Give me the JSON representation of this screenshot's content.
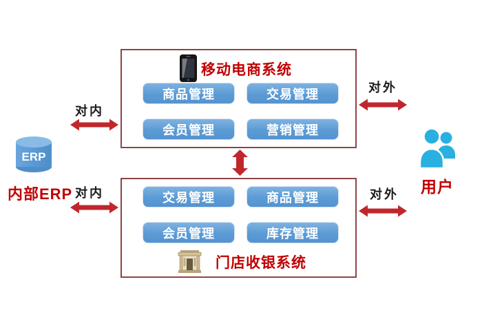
{
  "colors": {
    "title_red": "#c00000",
    "arrow_red": "#c0272d",
    "box_border": "#8c4446",
    "button_blue": "#5b9bd5",
    "user_icon_cyan": "#29b0e0",
    "erp_cylinder_blue": "#5b9bd5"
  },
  "top_system": {
    "title": "移动电商系统",
    "icon": "smartphone-icon",
    "buttons": [
      "商品管理",
      "交易管理",
      "会员管理",
      "营销管理"
    ]
  },
  "bottom_system": {
    "title": "门店收银系统",
    "icon": "storefront-icon",
    "buttons": [
      "交易管理",
      "商品管理",
      "会员管理",
      "库存管理"
    ]
  },
  "erp": {
    "cylinder_text": "ERP",
    "label": "内部ERP"
  },
  "users": {
    "label": "用户"
  },
  "links": {
    "internal_label": "对内",
    "external_label": "对外"
  }
}
